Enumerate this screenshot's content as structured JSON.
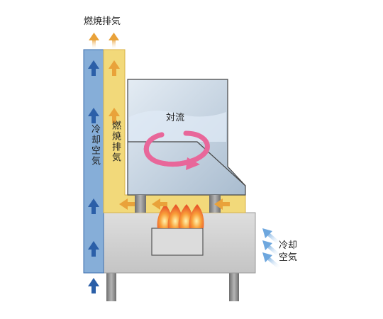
{
  "labels": {
    "top_exhaust": "燃焼排気",
    "cooling_air_duct": "冷却空気",
    "exhaust_duct": "燃焼排気",
    "convection": "対流",
    "cooling_air_line1": "冷却",
    "cooling_air_line2": "空気"
  },
  "colors": {
    "cooling_duct": "#86aed8",
    "cooling_duct_border": "#3c6fae",
    "exhaust_duct": "#f2d97a",
    "exhaust_duct_border": "#d8b24a",
    "blue_arrow": "#2b5fa8",
    "orange_arrow": "#e9a23a",
    "convection_arrow": "#e8679a",
    "housing": "#d6d6d6",
    "vessel": "#c9d7e6",
    "flame": "#f07a2b"
  }
}
